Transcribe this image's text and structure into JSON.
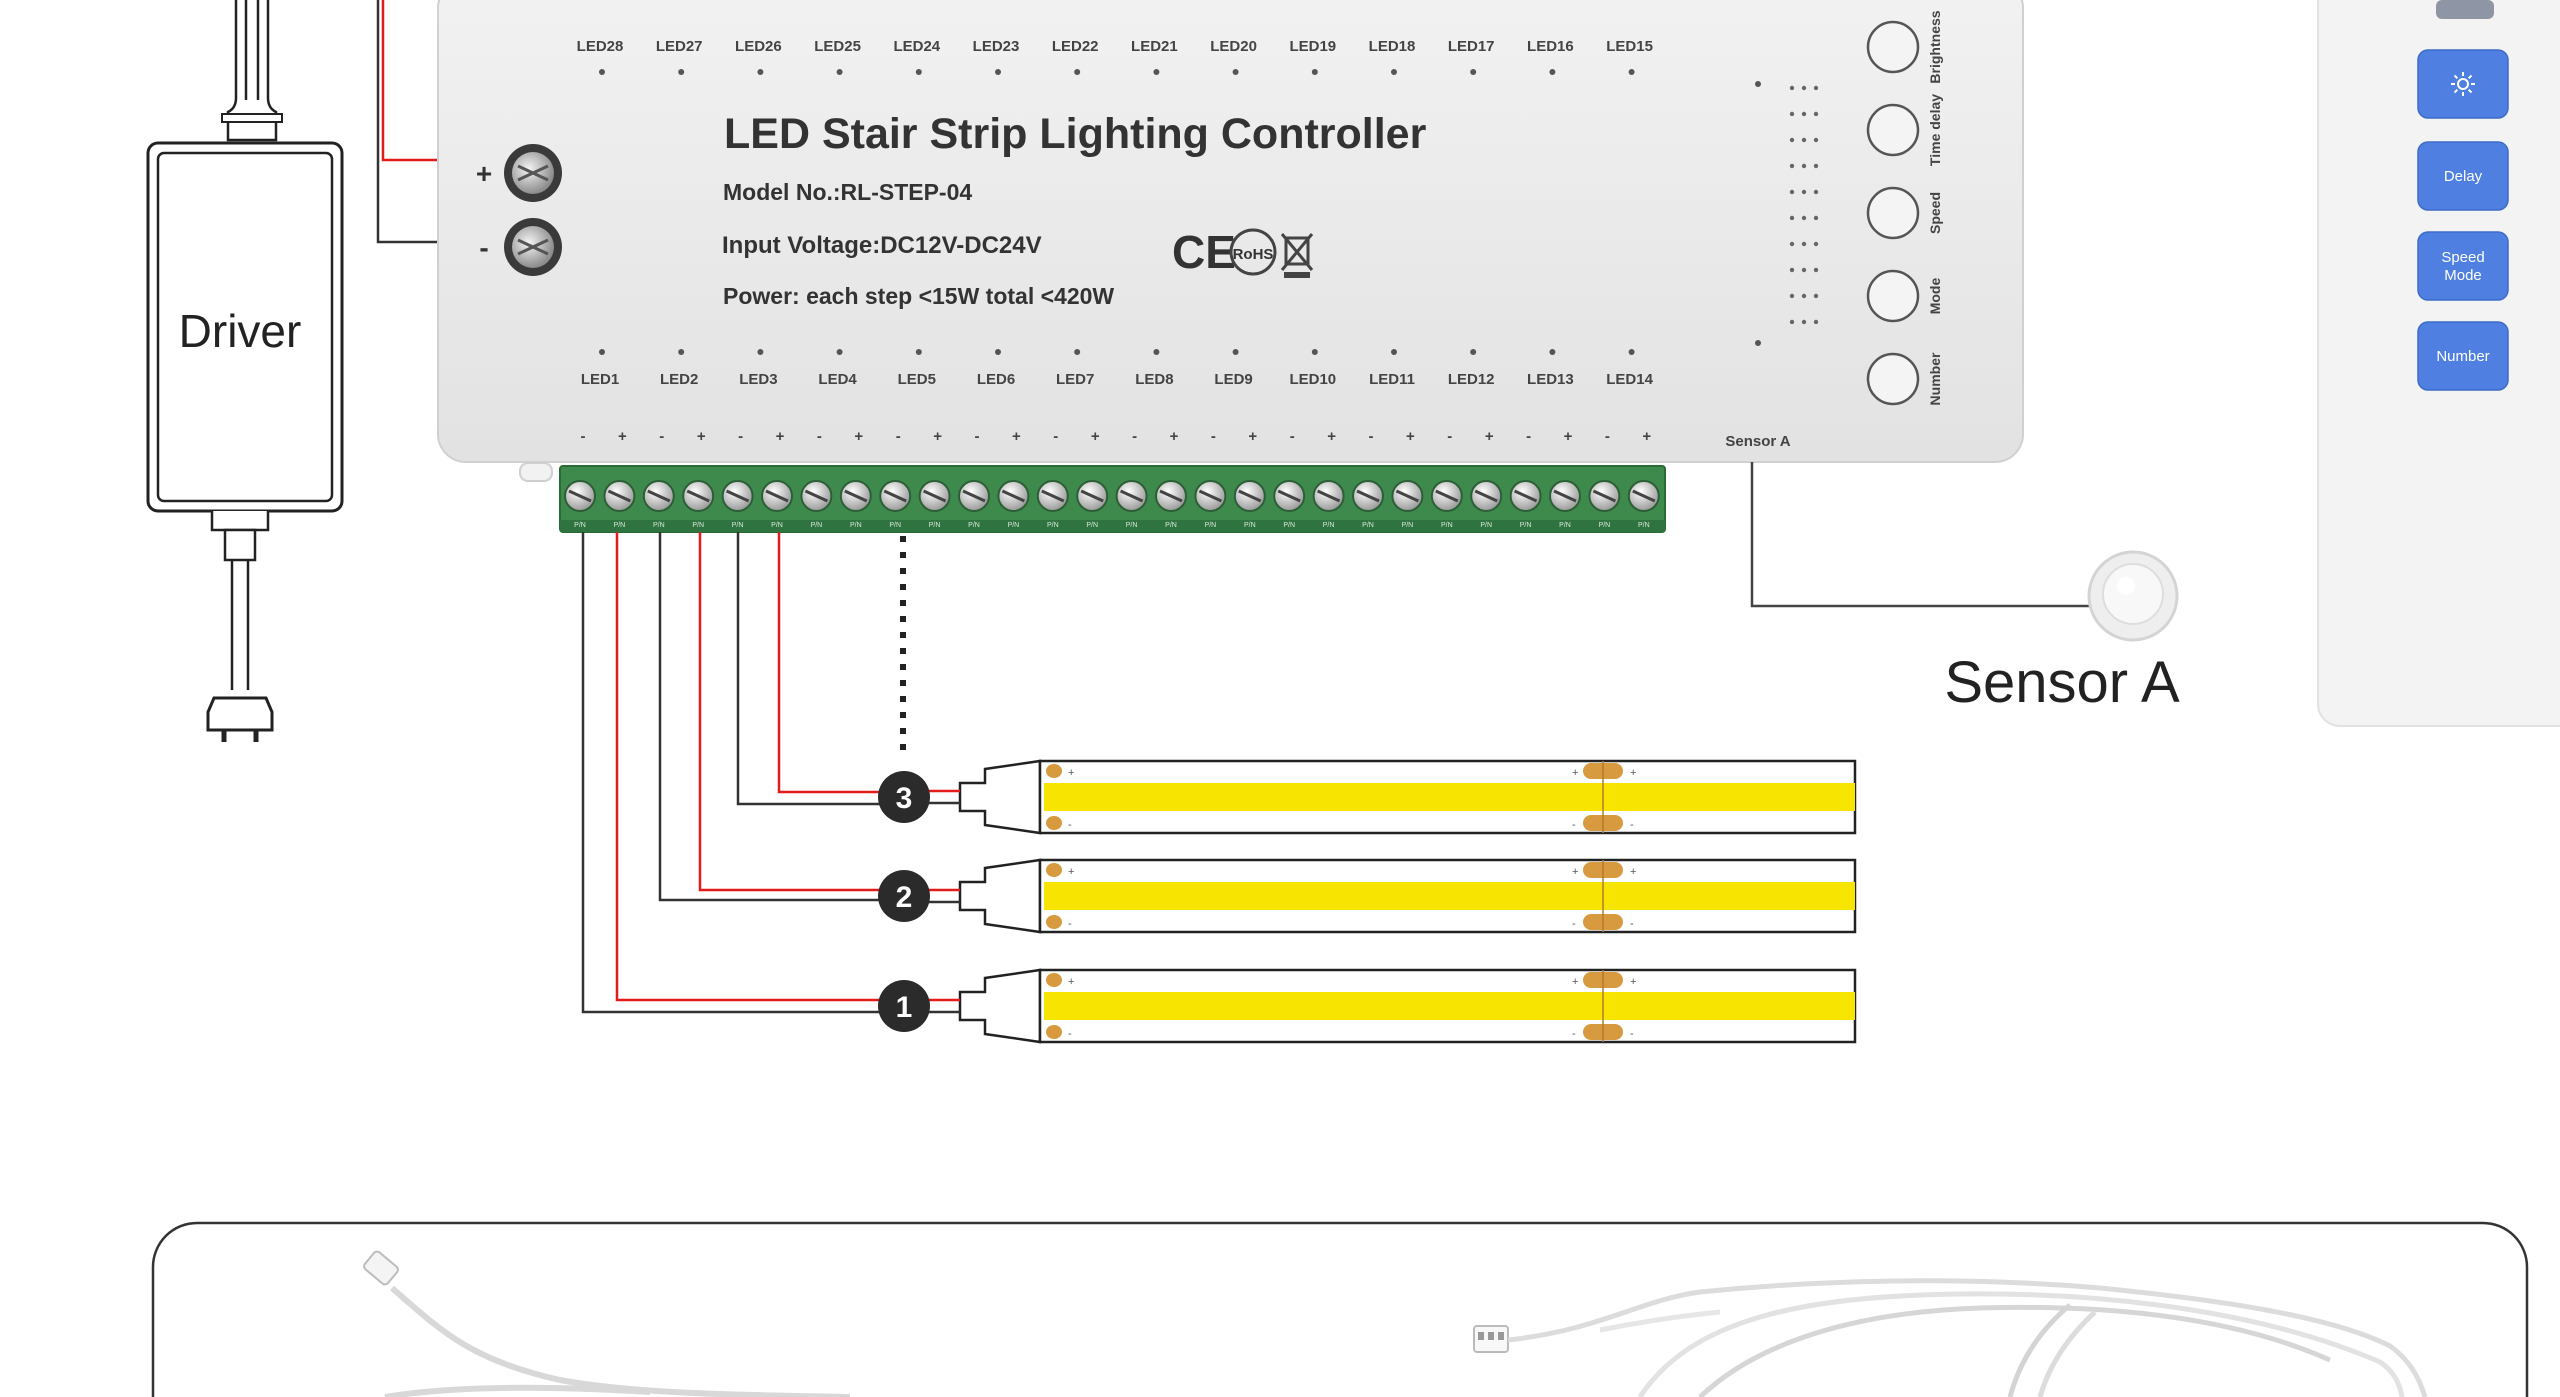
{
  "controller": {
    "title": "LED Stair Strip Lighting Controller",
    "model": "Model No.:RL-STEP-04",
    "input_voltage": "Input Voltage:DC12V-DC24V",
    "power": "Power: each step <15W  total <420W",
    "cert_ce": "CE",
    "cert_rohs": "RoHS",
    "top_led_labels": [
      "LED28",
      "LED27",
      "LED26",
      "LED25",
      "LED24",
      "LED23",
      "LED22",
      "LED21",
      "LED20",
      "LED19",
      "LED18",
      "LED17",
      "LED16",
      "LED15"
    ],
    "bottom_led_labels": [
      "LED1",
      "LED2",
      "LED3",
      "LED4",
      "LED5",
      "LED6",
      "LED7",
      "LED8",
      "LED9",
      "LED10",
      "LED11",
      "LED12",
      "LED13",
      "LED14"
    ],
    "polarity_plus": "+",
    "polarity_minus": "-",
    "buttons": [
      "Brightness",
      "Time delay",
      "Speed",
      "Mode",
      "Number"
    ],
    "sensor_port_label": "Sensor A",
    "terminal_pin_mark": "P/N"
  },
  "driver": {
    "label": "Driver"
  },
  "sensor": {
    "label": "Sensor A"
  },
  "strips": [
    {
      "number": "1",
      "pad_plus": "+",
      "pad_minus": "-"
    },
    {
      "number": "2",
      "pad_plus": "+",
      "pad_minus": "-"
    },
    {
      "number": "3",
      "pad_plus": "+",
      "pad_minus": "-"
    }
  ],
  "remote": {
    "buttons": [
      {
        "icon": "brightness-icon",
        "label": ""
      },
      {
        "icon": "",
        "label": "Delay"
      },
      {
        "icon": "",
        "label": "Speed\nMode"
      },
      {
        "icon": "",
        "label": "Number"
      }
    ]
  },
  "colors": {
    "controller_body": "#ececec",
    "terminal_green": "#3e8a4d",
    "strip_yellow": "#f7e400",
    "wire_red": "#e31b1b",
    "wire_black": "#222222",
    "remote_button": "#4f7fe0"
  }
}
